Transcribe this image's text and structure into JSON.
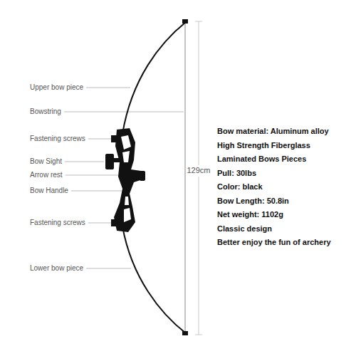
{
  "diagram": {
    "labels": [
      "Upper bow piece",
      "Bowstring",
      "Fastening screws",
      "Bow Sight",
      "Arrow rest",
      "Bow Handle",
      "Fastening screws",
      "Lower bow piece",
      "129cm",
      "Bow material: Aluminum alloy",
      "High Strength Fiberglass",
      "Laminated Bows Pieces",
      "Pull: 30lbs",
      "Color: black",
      "Bow Length: 50.8in",
      "Net weight: 1102g",
      "Classic design",
      "Better enjoy the fun of archery"
    ]
  }
}
